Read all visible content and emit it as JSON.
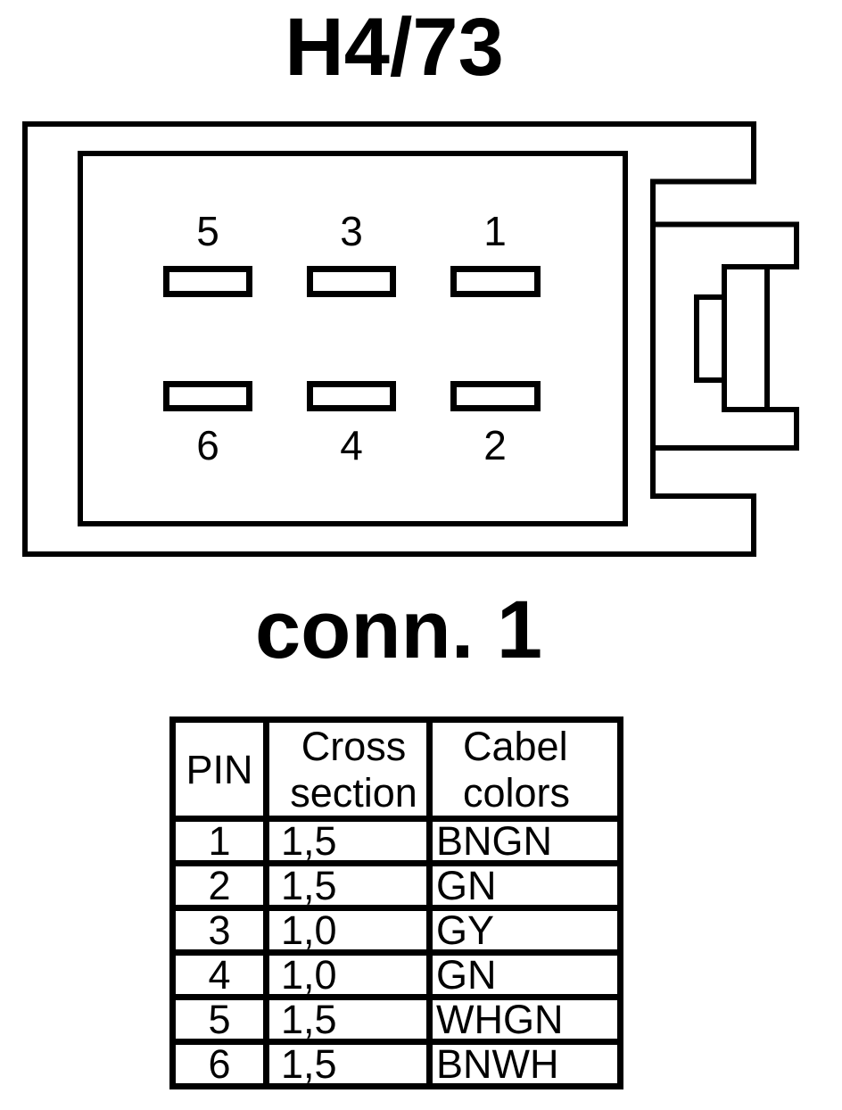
{
  "colors": {
    "ink": "#000000",
    "paper": "#ffffff"
  },
  "title": "H4/73",
  "caption": "conn. 1",
  "connector": {
    "pin_labels": {
      "top": [
        "5",
        "3",
        "1"
      ],
      "bottom": [
        "6",
        "4",
        "2"
      ]
    }
  },
  "table": {
    "headers": [
      {
        "line1": "PIN",
        "line2": ""
      },
      {
        "line1": "Cross",
        "line2": "section"
      },
      {
        "line1": "Cabel",
        "line2": "colors"
      }
    ],
    "rows": [
      {
        "pin": "1",
        "cross_section": "1,5",
        "cable_color": "BNGN"
      },
      {
        "pin": "2",
        "cross_section": "1,5",
        "cable_color": "GN"
      },
      {
        "pin": "3",
        "cross_section": "1,0",
        "cable_color": "GY"
      },
      {
        "pin": "4",
        "cross_section": "1,0",
        "cable_color": "GN"
      },
      {
        "pin": "5",
        "cross_section": "1,5",
        "cable_color": "WHGN"
      },
      {
        "pin": "6",
        "cross_section": "1,5",
        "cable_color": "BNWH"
      }
    ]
  }
}
